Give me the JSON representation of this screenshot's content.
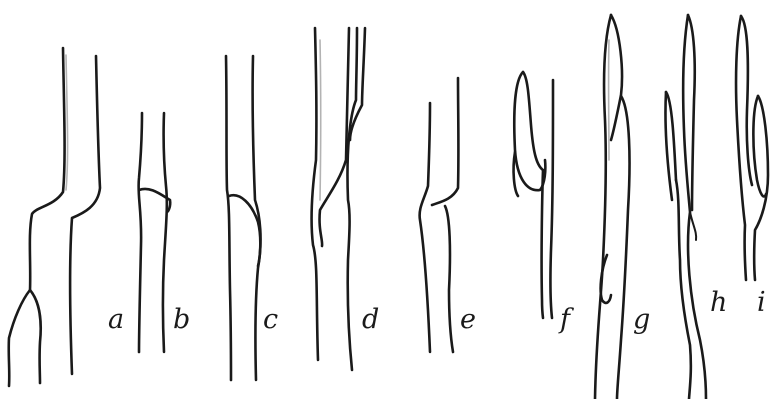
{
  "figure": {
    "labels": [
      "a",
      "b",
      "c",
      "d",
      "e",
      "f",
      "g",
      "h",
      "i"
    ]
  }
}
